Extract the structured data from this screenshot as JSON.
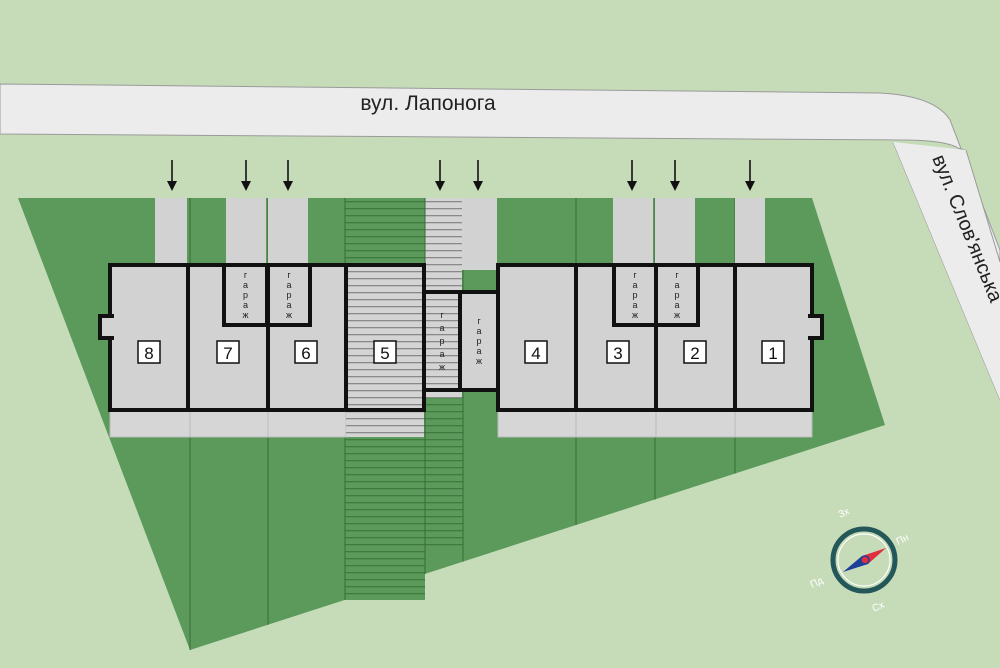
{
  "streets": {
    "main": "вул. Лапонога",
    "side": "вул. Слов'янська"
  },
  "units": [
    "8",
    "7",
    "6",
    "5",
    "4",
    "3",
    "2",
    "1"
  ],
  "garage_label": [
    "г",
    "а",
    "р",
    "а",
    "ж"
  ],
  "compass": {
    "west": "Зх",
    "north": "Пн",
    "south": "Пд",
    "east": "Сх"
  },
  "colors": {
    "background": "#c6dcb8",
    "plot": "#5b9a5b",
    "road": "#ececec",
    "building": "#d2d2d2",
    "compass_ring": "#24575a"
  }
}
